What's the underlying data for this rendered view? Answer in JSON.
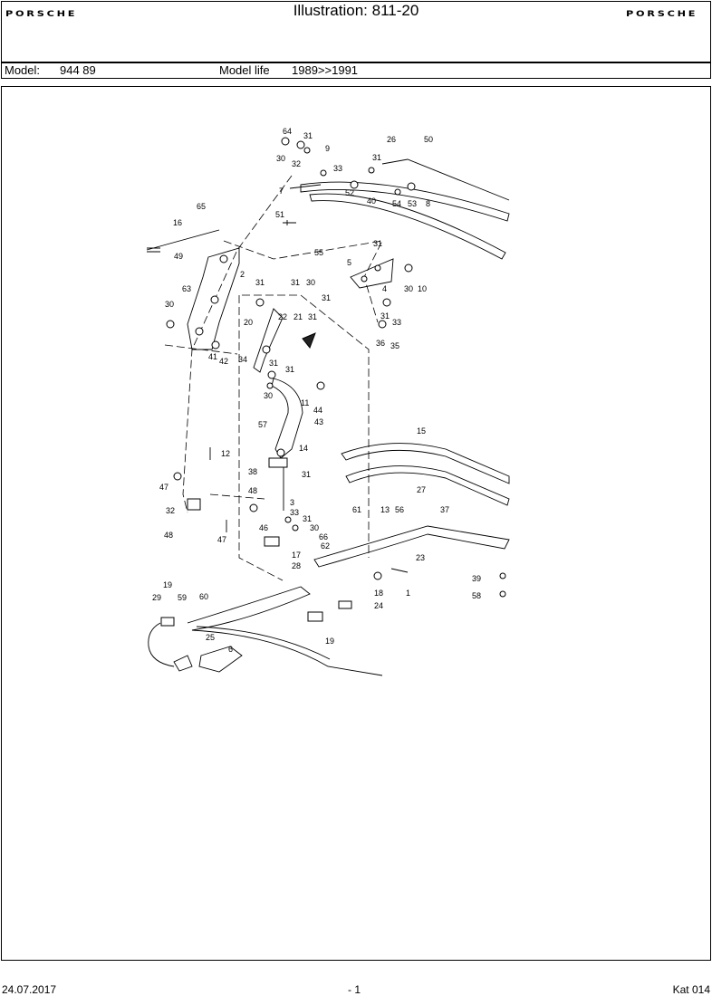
{
  "header": {
    "logo_left": "PORSCHE",
    "title": "Illustration: 811-20",
    "logo_right": "PORSCHE",
    "model_label": "Model:",
    "model_value": "944 89",
    "life_label": "Model life",
    "life_value": "1989>>1991"
  },
  "diagram": {
    "callouts": [
      "64",
      "31",
      "30",
      "32",
      "9",
      "33",
      "26",
      "50",
      "31",
      "7",
      "52",
      "40",
      "54",
      "53",
      "8",
      "51",
      "65",
      "16",
      "49",
      "55",
      "5",
      "31",
      "63",
      "2",
      "31",
      "31",
      "30",
      "4",
      "31",
      "30",
      "10",
      "20",
      "22",
      "21",
      "31",
      "30",
      "31",
      "33",
      "41",
      "42",
      "36",
      "35",
      "34",
      "31",
      "31",
      "30",
      "11",
      "44",
      "43",
      "57",
      "14",
      "12",
      "15",
      "38",
      "31",
      "47",
      "48",
      "3",
      "33",
      "32",
      "31",
      "30",
      "46",
      "66",
      "62",
      "61",
      "13",
      "56",
      "27",
      "37",
      "48",
      "47",
      "17",
      "28",
      "23",
      "19",
      "29",
      "59",
      "39",
      "58",
      "18",
      "1",
      "24",
      "60",
      "19",
      "25",
      "6"
    ]
  },
  "footer": {
    "date": "24.07.2017",
    "page": "- 1",
    "catalog": "Kat 014"
  }
}
